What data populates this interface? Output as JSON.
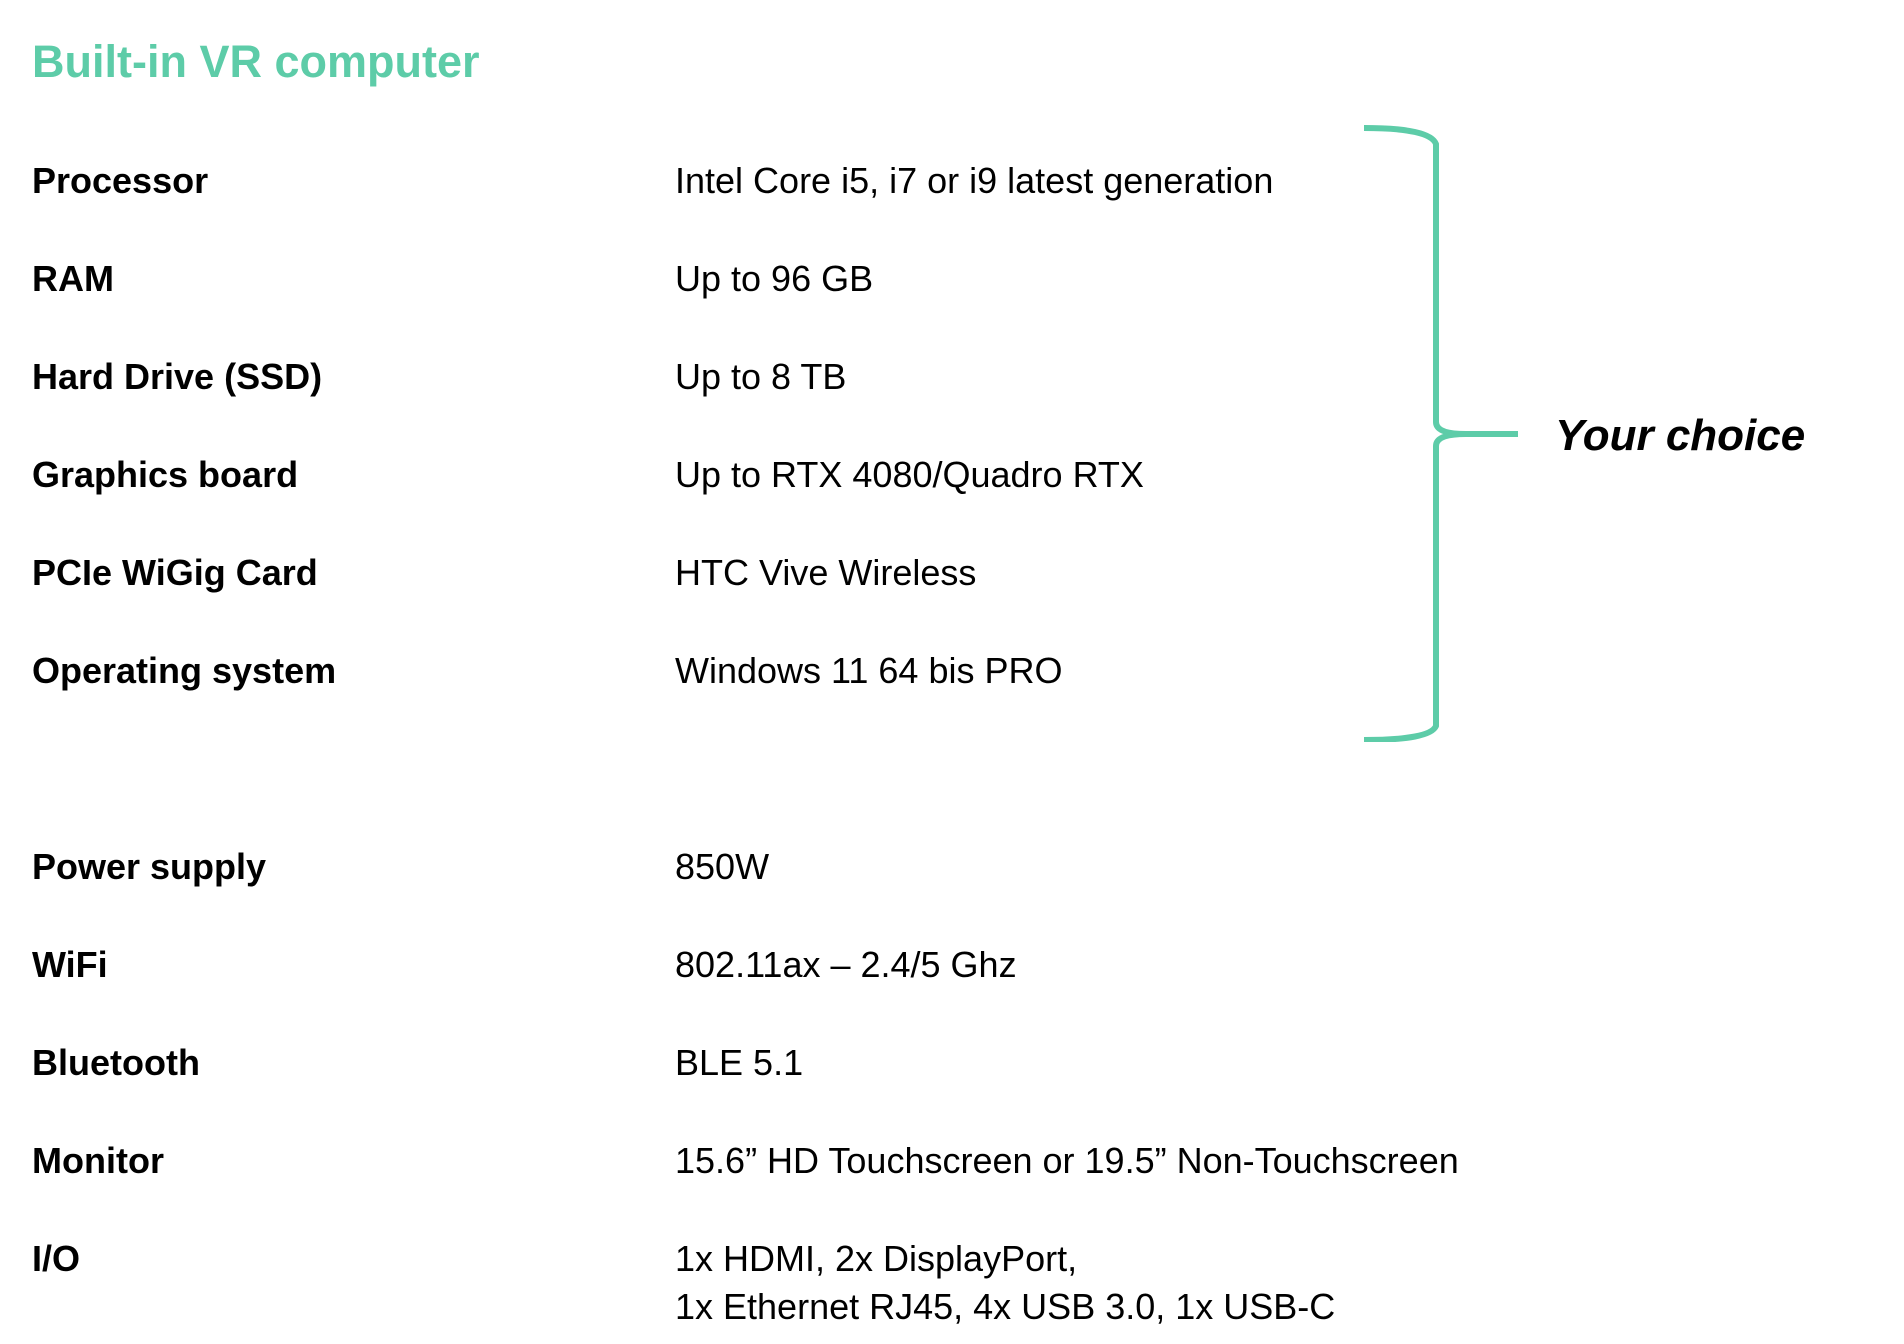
{
  "title": "Built-in VR computer",
  "specs": [
    {
      "label": "Processor",
      "value": "Intel Core i5, i7 or i9 latest generation"
    },
    {
      "label": "RAM",
      "value": "Up to 96 GB"
    },
    {
      "label": "Hard Drive (SSD)",
      "value": "Up to 8 TB"
    },
    {
      "label": "Graphics board",
      "value": "Up to RTX 4080/Quadro RTX"
    },
    {
      "label": "PCIe WiGig Card",
      "value": "HTC Vive Wireless"
    },
    {
      "label": "Operating system",
      "value": "Windows 11 64 bis PRO"
    },
    {
      "label": "Power supply",
      "value": "850W"
    },
    {
      "label": "WiFi",
      "value": "802.11ax – 2.4/5 Ghz"
    },
    {
      "label": "Bluetooth",
      "value": "BLE 5.1"
    },
    {
      "label": "Monitor",
      "value": "15.6” HD Touchscreen or 19.5” Non-Touchscreen"
    },
    {
      "label": "I/O",
      "value_lines": [
        "1x HDMI, 2x DisplayPort,",
        "1x Ethernet RJ45, 4x USB 3.0, 1x USB-C"
      ]
    }
  ],
  "brace_annotation": "Your choice",
  "colors": {
    "accent": "#5dcca8",
    "text": "#000000",
    "background": "#ffffff"
  }
}
